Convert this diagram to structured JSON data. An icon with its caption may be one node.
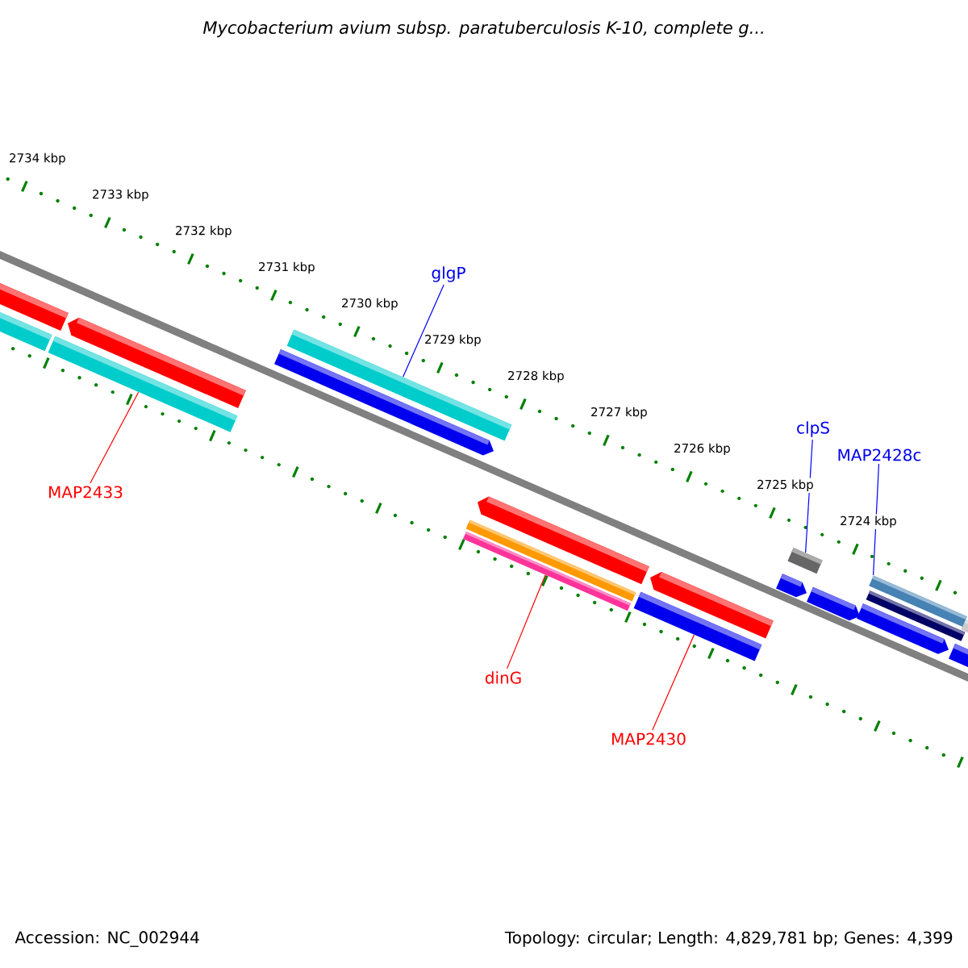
{
  "diagram": {
    "title": "Mycobacterium avium subsp. paratuberculosis K-10, complete g...",
    "nodes": [
      {
        "text": [
          "glgP"
        ]
      },
      {
        "text": [],
        "shape": "bar"
      },
      {
        "text": [
          "MAP2433"
        ]
      },
      {
        "text": [],
        "shape": "bar"
      },
      {
        "text": [
          "dinG"
        ]
      },
      {
        "text": [],
        "shape": "bar"
      },
      {
        "text": [
          "MAP2430"
        ]
      },
      {
        "text": [],
        "shape": "bar"
      },
      {
        "text": [
          "clpS"
        ]
      },
      {
        "text": [],
        "shape": "bar"
      },
      {
        "text": [
          "MAP2428c"
        ]
      },
      {
        "text": [],
        "shape": "bar"
      }
    ],
    "edges": [
      {
        "from": 0,
        "to": 1,
        "arrow": "none",
        "color": "#0000ff"
      },
      {
        "from": 2,
        "to": 3,
        "arrow": "none",
        "color": "#ff0000"
      },
      {
        "from": 4,
        "to": 5,
        "arrow": "none",
        "color": "#ff0000"
      },
      {
        "from": 6,
        "to": 7,
        "arrow": "none",
        "color": "#ff0000"
      },
      {
        "from": 8,
        "to": 9,
        "arrow": "none",
        "color": "#0000ff"
      },
      {
        "from": 10,
        "to": 11,
        "arrow": "none",
        "color": "#0000ff"
      }
    ],
    "labels": [
      "2734 kbp",
      "2733 kbp",
      "2732 kbp",
      "2731 kbp",
      "2730 kbp",
      "2729 kbp",
      "2728 kbp",
      "2727 kbp",
      "2726 kbp",
      "2725 kbp",
      "2724 kbp",
      "Accession: NC_002944",
      "Topology: circular; Length: 4,829,781 bp; Genes: 4,399"
    ]
  }
}
